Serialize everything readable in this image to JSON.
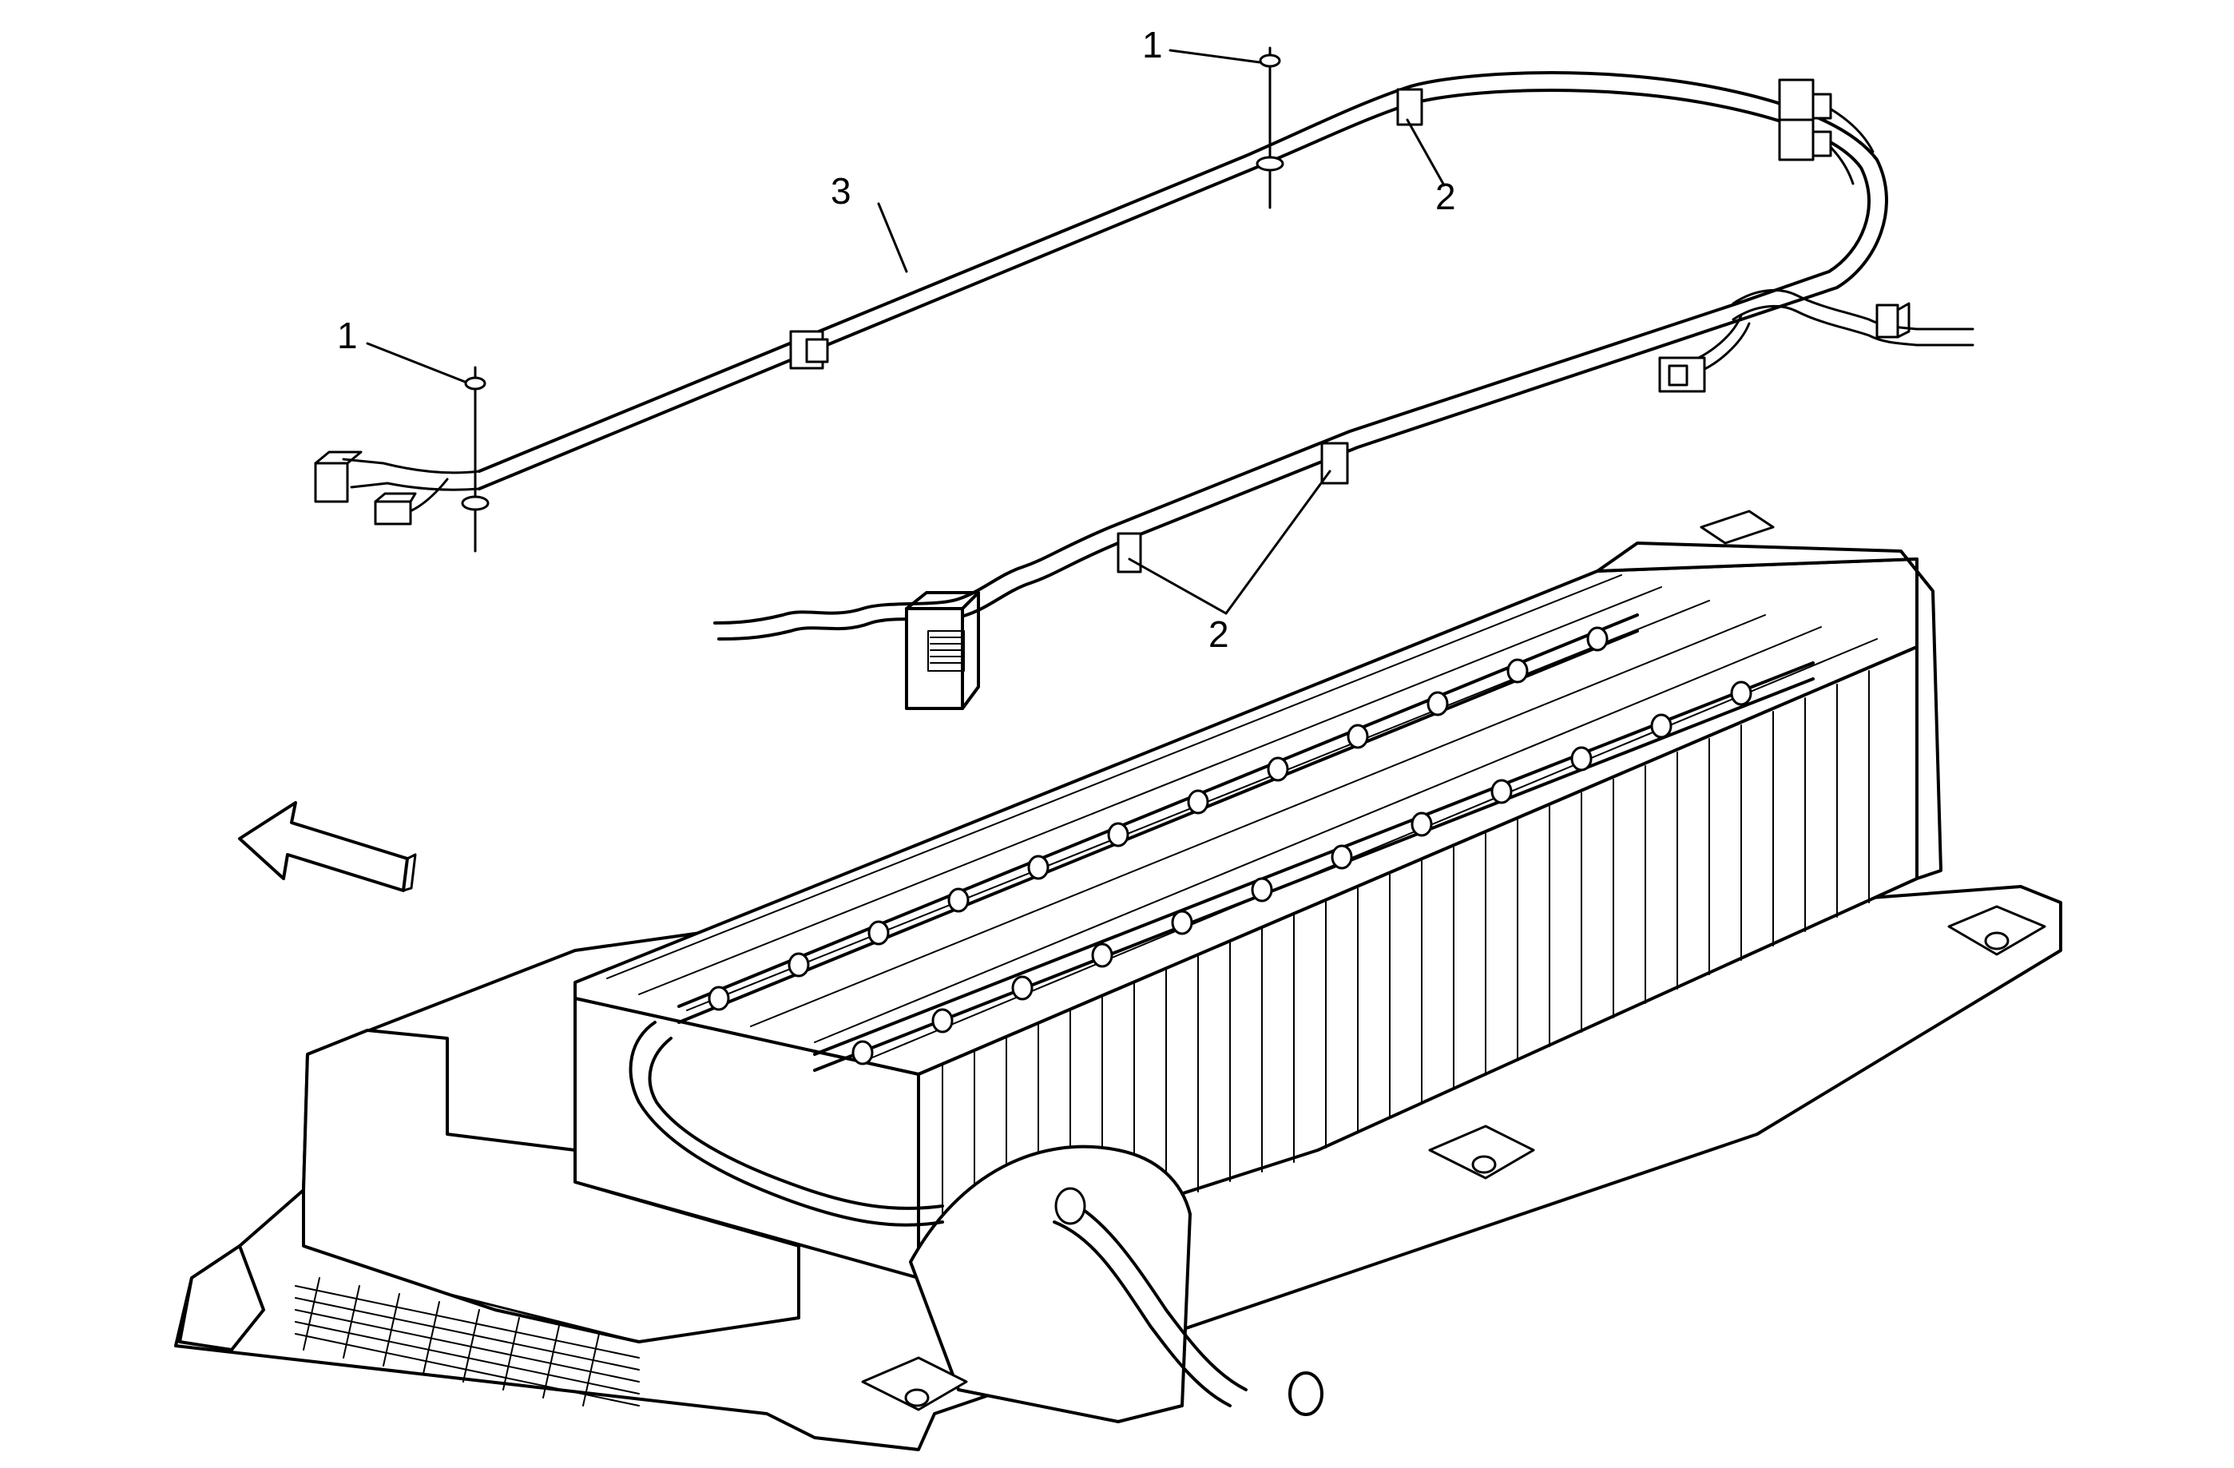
{
  "diagram": {
    "callouts": {
      "fastener_top": "1",
      "fastener_left": "1",
      "clip_top": "2",
      "clip_bottom": "2",
      "harness": "3"
    }
  },
  "colors": {
    "line": "#000000",
    "background": "#ffffff"
  },
  "icons": {
    "direction_arrow": "front-direction-arrow-icon"
  }
}
